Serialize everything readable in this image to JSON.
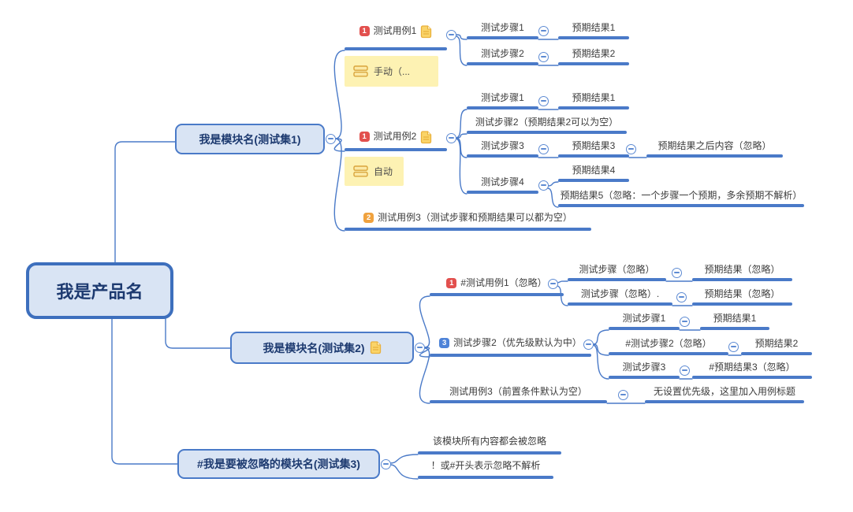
{
  "colors": {
    "accent": "#4a7ac8",
    "root_border": "#3d6fbd",
    "box_fill": "#d9e4f4",
    "box_text": "#1d3a70",
    "label_fill": "#fdf2b3",
    "label_icon": "#d9a53c",
    "note_icon_fill": "#fad469",
    "note_icon_stroke": "#e9b13c",
    "badge": {
      "red": "#e2504e",
      "orange": "#f0a23e",
      "blue": "#4e83d8"
    }
  },
  "mindmap": {
    "root": {
      "id": "root",
      "text": "我是产品名",
      "children": [
        {
          "id": "m1",
          "text": "我是模块名(测试集1)",
          "children": [
            {
              "id": "case1",
              "text": "测试用例1",
              "badge": {
                "num": "1",
                "color": "red"
              },
              "note": true,
              "label": {
                "id": "label1",
                "text": "手动（..."
              },
              "children": [
                {
                  "id": "b1c1s1",
                  "text": "测试步骤1",
                  "children": [
                    {
                      "id": "b1c1s1r",
                      "text": "预期结果1"
                    }
                  ]
                },
                {
                  "id": "b1c1s2",
                  "text": "测试步骤2",
                  "children": [
                    {
                      "id": "b1c1s2r",
                      "text": "预期结果2"
                    }
                  ]
                }
              ]
            },
            {
              "id": "case2",
              "text": "测试用例2",
              "badge": {
                "num": "1",
                "color": "red"
              },
              "note": true,
              "label": {
                "id": "label2",
                "text": "自动"
              },
              "children": [
                {
                  "id": "b1c2s1",
                  "text": "测试步骤1",
                  "children": [
                    {
                      "id": "b1c2s1r",
                      "text": "预期结果1"
                    }
                  ]
                },
                {
                  "id": "b1c2s2",
                  "text": "测试步骤2（预期结果2可以为空）"
                },
                {
                  "id": "b1c2s3",
                  "text": "测试步骤3",
                  "children": [
                    {
                      "id": "b1c2s3r",
                      "text": "预期结果3",
                      "children": [
                        {
                          "id": "b1c2s3rc",
                          "text": "预期结果之后内容（忽略）"
                        }
                      ]
                    }
                  ]
                },
                {
                  "id": "b1c2s4",
                  "text": "测试步骤4",
                  "children": [
                    {
                      "id": "b1c2s4r1",
                      "text": "预期结果4"
                    },
                    {
                      "id": "b1c2s4r2",
                      "text": "预期结果5（忽略：一个步骤一个预期，多余预期不解析）"
                    }
                  ]
                }
              ]
            },
            {
              "id": "case3",
              "text": "测试用例3（测试步骤和预期结果可以都为空）",
              "badge": {
                "num": "2",
                "color": "orange"
              }
            }
          ]
        },
        {
          "id": "m2",
          "text": "我是模块名(测试集2)",
          "note": true,
          "children": [
            {
              "id": "b2c1",
              "text": "#测试用例1（忽略）",
              "badge": {
                "num": "1",
                "color": "red"
              },
              "children": [
                {
                  "id": "b2c1s1",
                  "text": "测试步骤（忽略）",
                  "children": [
                    {
                      "id": "b2c1s1r",
                      "text": "预期结果（忽略）"
                    }
                  ]
                },
                {
                  "id": "b2c1s2",
                  "text": "测试步骤（忽略）.",
                  "children": [
                    {
                      "id": "b2c1s2r",
                      "text": "预期结果（忽略）"
                    }
                  ]
                }
              ]
            },
            {
              "id": "b2c2",
              "text": "测试步骤2（优先级默认为中）",
              "badge": {
                "num": "3",
                "color": "blue"
              },
              "children": [
                {
                  "id": "b2c2s1",
                  "text": "测试步骤1",
                  "children": [
                    {
                      "id": "b2c2s1r",
                      "text": "预期结果1"
                    }
                  ]
                },
                {
                  "id": "b2c2s2",
                  "text": "#测试步骤2（忽略）",
                  "children": [
                    {
                      "id": "b2c2s2r",
                      "text": "预期结果2"
                    }
                  ]
                },
                {
                  "id": "b2c2s3",
                  "text": "测试步骤3",
                  "children": [
                    {
                      "id": "b2c2s3r",
                      "text": "#预期结果3（忽略）"
                    }
                  ]
                }
              ]
            },
            {
              "id": "b2c3",
              "text": "测试用例3（前置条件默认为空）",
              "children": [
                {
                  "id": "b2c3r",
                  "text": "无设置优先级，这里加入用例标题"
                }
              ]
            }
          ]
        },
        {
          "id": "m3",
          "text": "#我是要被忽略的模块名(测试集3)",
          "children": [
            {
              "id": "b3c1",
              "text": "该模块所有内容都会被忽略"
            },
            {
              "id": "b3c2",
              "text": "！或#开头表示忽略不解析"
            }
          ]
        }
      ]
    }
  }
}
